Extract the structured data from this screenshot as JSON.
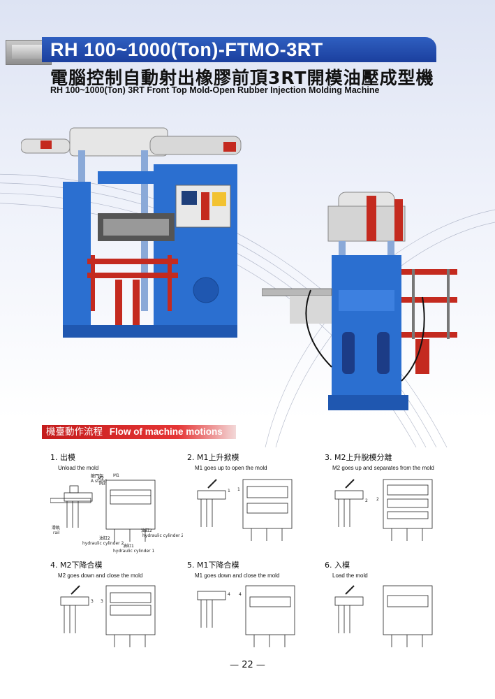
{
  "header": {
    "title": "RH 100~1000(Ton)-FTMO-3RT",
    "title_cn": "電腦控制自動射出橡膠前頂3RT開模油壓成型機",
    "title_en": "RH 100~1000(Ton) 3RT Front Top Mold-Open Rubber Injection Molding Machine"
  },
  "section": {
    "title_cn": "機臺動作流程",
    "title_en": "Flow of machine motions"
  },
  "steps": [
    {
      "title": "1. 出模",
      "desc": "Unload the mold"
    },
    {
      "title": "2. M1上升掀模",
      "desc": "M1 goes up to open the mold"
    },
    {
      "title": "3. M2上升脫模分離",
      "desc": "M2 goes up and separates from  the mold"
    },
    {
      "title": "4. M2下降合模",
      "desc": "M2 goes down and close the mold"
    },
    {
      "title": "5. M1下降合模",
      "desc": "M1 goes down and close the mold"
    },
    {
      "title": "6. 入模",
      "desc": "Load the mold"
    }
  ],
  "diagram_labels": {
    "a_stand_cn": "龍門架",
    "a_stand_en": "A stand",
    "m1": "M1",
    "m2": "M2",
    "m3": "M3",
    "rail_cn": "滑軌",
    "rail_en": "rail",
    "cyl2_cn": "油缸2",
    "cyl2_en": "hydraulic cylinder 2",
    "cyl1_cn": "油缸1",
    "cyl1_en": "hydraulic cylinder 1",
    "m1_marker": "1",
    "m2_marker": "2",
    "m2_down_marker": "3",
    "m1_down_marker": "4"
  },
  "footer": {
    "page_number": "— 22 —"
  },
  "colors": {
    "title_band": "#2245a8",
    "section_bar": "#d42020",
    "machine_blue": "#2b6fd0",
    "machine_red": "#c42a1f"
  }
}
